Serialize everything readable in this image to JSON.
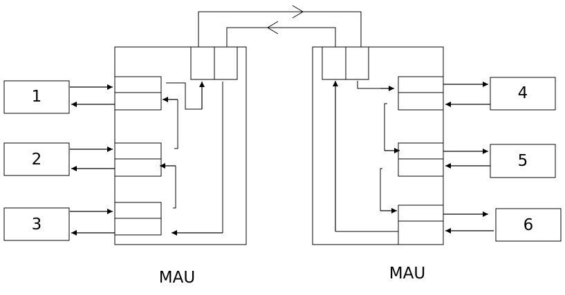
{
  "stations_left": [
    {
      "label": "1"
    },
    {
      "label": "2"
    },
    {
      "label": "3"
    }
  ],
  "stations_right": [
    {
      "label": "4"
    },
    {
      "label": "5"
    },
    {
      "label": "6"
    }
  ],
  "mau_left": {
    "label": "MAU"
  },
  "mau_right": {
    "label": "MAU"
  },
  "colors": {
    "stroke": "#000000",
    "background": "#ffffff"
  }
}
